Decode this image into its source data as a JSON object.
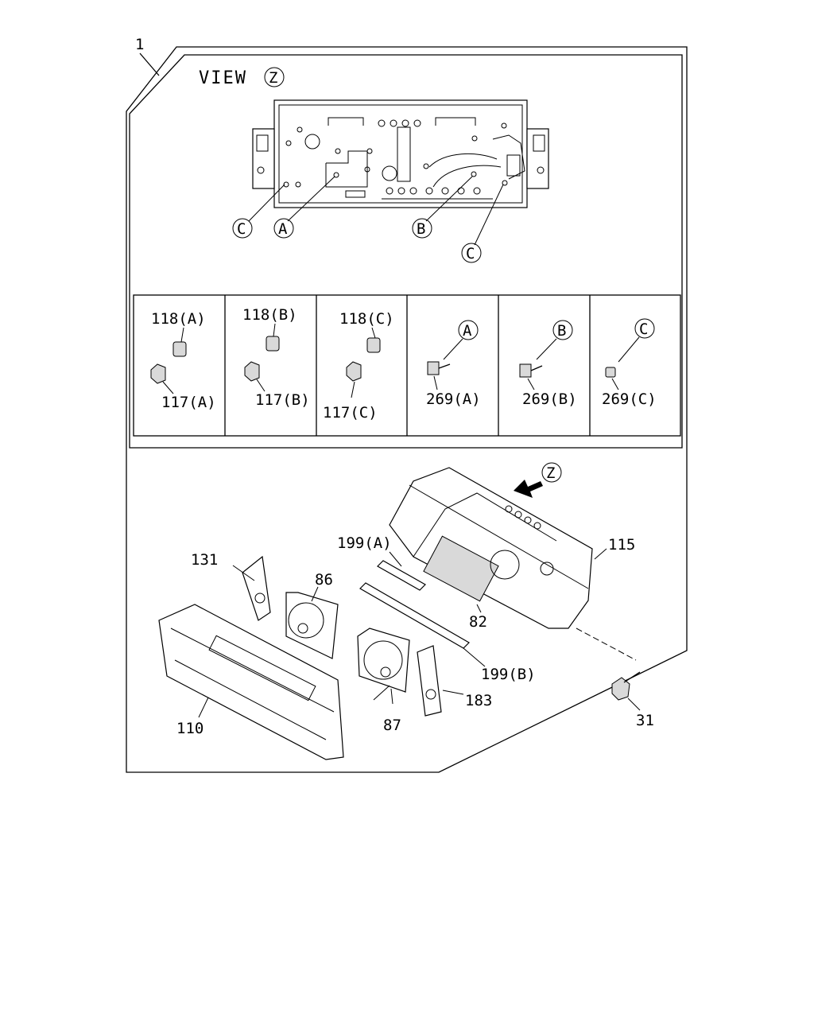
{
  "view_title": "VIEW",
  "view_letter": "Z",
  "view_callouts": [
    "C",
    "A",
    "B",
    "C"
  ],
  "assembly_number": "1",
  "fastener_table": [
    {
      "top": "118(A)",
      "bottom": "117(A)"
    },
    {
      "top": "118(B)",
      "bottom": "117(B)"
    },
    {
      "top": "118(C)",
      "bottom": "117(C)"
    },
    {
      "letter": "A",
      "label": "269(A)"
    },
    {
      "letter": "B",
      "label": "269(B)"
    },
    {
      "letter": "C",
      "label": "269(C)"
    }
  ],
  "z_arrow_letter": "Z",
  "parts": {
    "p115": "115",
    "p199a": "199(A)",
    "p131": "131",
    "p86": "86",
    "p82": "82",
    "p199b": "199(B)",
    "p183": "183",
    "p110": "110",
    "p87": "87",
    "p31": "31"
  }
}
